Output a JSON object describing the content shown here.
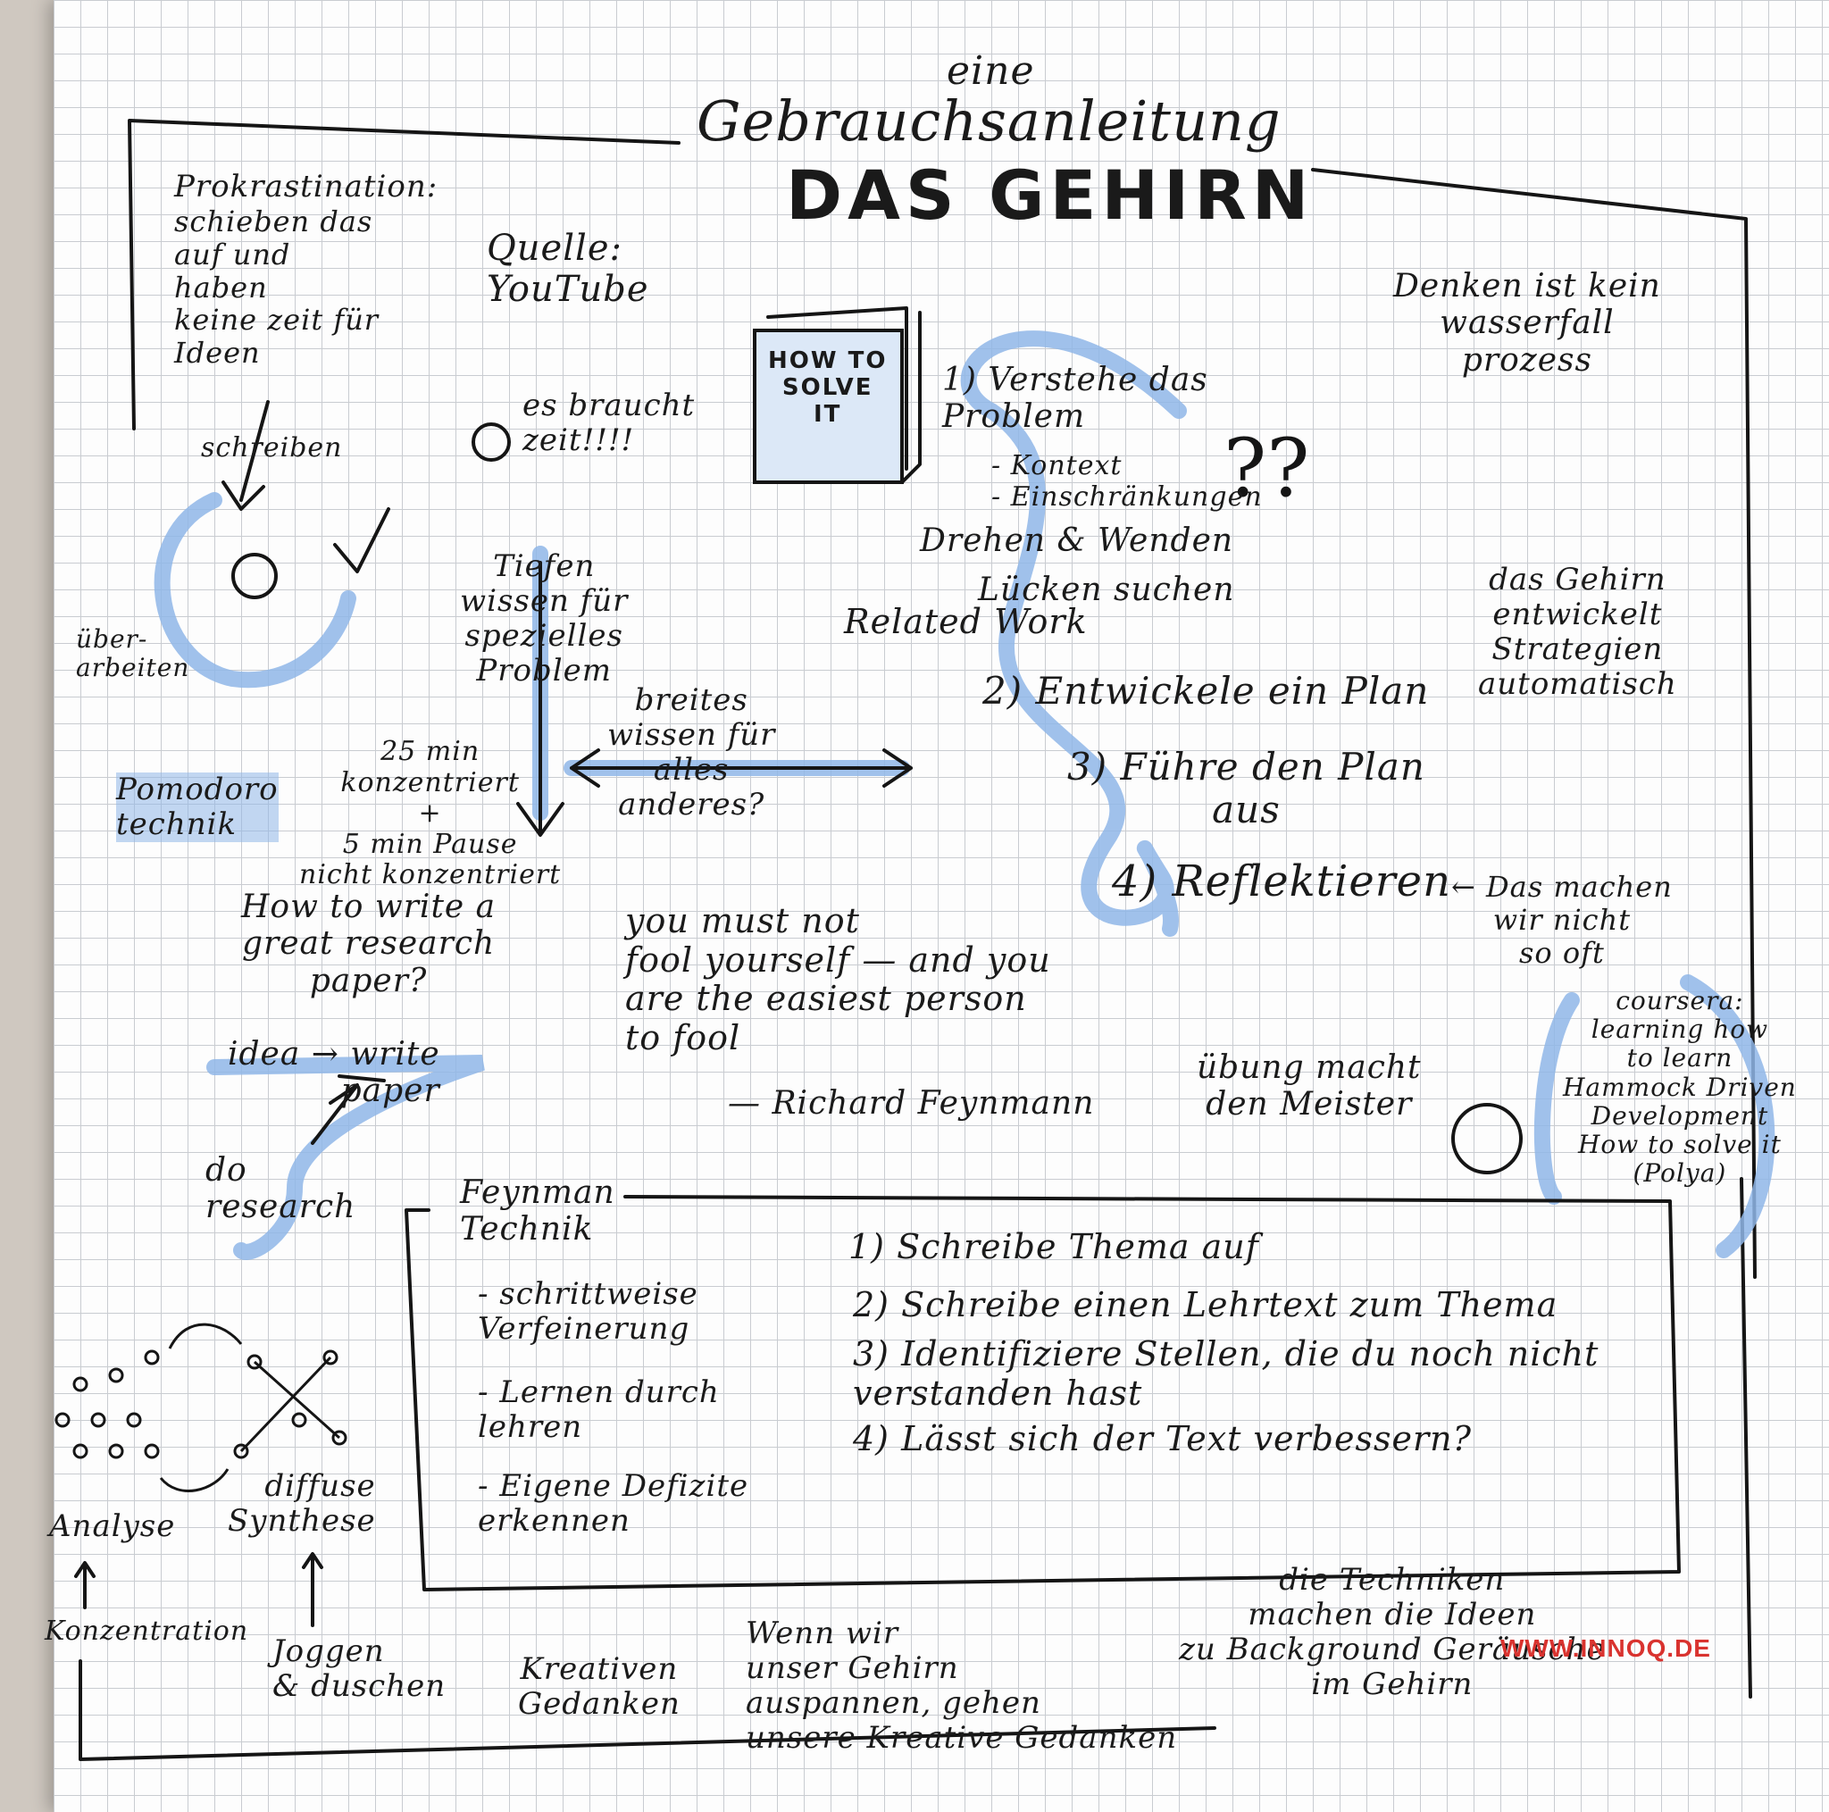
{
  "title": {
    "eine": "eine",
    "gebrauchsanleitung": "Gebrauchsanleitung",
    "main": "DAS GEHIRN"
  },
  "prokrastination": {
    "heading": "Prokrastination:",
    "text": "schieben das\nauf und\nhaben\nkeine zeit für\nIdeen"
  },
  "quelle": "Quelle:\nYouTube",
  "book": "HOW TO\nSOLVE\nIT",
  "es_braucht_zeit": "es braucht\nzeit!!!!",
  "polya_steps": {
    "step1": "1) Verstehe das\nProblem",
    "kontext": "- Kontext",
    "einschraenkungen": "- Einschränkungen",
    "drehen": "Drehen & Wenden",
    "luecken": "Lücken suchen",
    "related": "Related Work",
    "step2": "2) Entwickele ein Plan",
    "step3": "3) Führe den Plan\naus",
    "step4": "4) Reflektieren",
    "das_machen": "← Das machen\nwir nicht\nso oft"
  },
  "denken": "Denken ist kein\nwasserfall\nprozess",
  "gehirn_strategien": "das Gehirn\nentwickelt\nStrategien\nautomatisch",
  "schreiben": "schreiben",
  "ueberarbeiten": "über-\narbeiten",
  "tiefen_wissen": "Tiefen\nwissen für\nspezielles\nProblem",
  "breites_wissen": "breites\nwissen für\nalles\nanderes?",
  "pomodoro": {
    "label": "Pomodoro\ntechnik",
    "text": "25 min\nkonzentriert\n+\n5 min Pause\nnicht konzentriert"
  },
  "research": {
    "question": "How to write a\ngreat research\npaper?",
    "flow": "idea → write\npaper",
    "do": "do\nresearch"
  },
  "quote": {
    "text": "you must not\nfool yourself — and you\nare the easiest person\nto fool",
    "author": "— Richard Feynmann"
  },
  "uebung": "übung macht\nden Meister",
  "resources": "coursera:\nlearning how\nto learn\nHammock Driven\nDevelopment\nHow to solve it\n(Polya)",
  "feynman": {
    "title": "Feynman\nTechnik",
    "bullets": [
      "- schrittweise\nVerfeinerung",
      "- Lernen durch\nlehren",
      "- Eigene Defizite\nerkennen"
    ],
    "steps": [
      "1) Schreibe Thema auf",
      "2) Schreibe einen Lehrtext zum Thema",
      "3) Identifiziere Stellen, die du noch nicht\nverstanden hast",
      "4) Lässt sich der Text verbessern?"
    ]
  },
  "bottom": {
    "analyse": "Analyse",
    "diffuse": "diffuse\nSynthese",
    "konzentration": "Konzentration",
    "joggen": "Joggen\n& duschen",
    "kreativen": "Kreativen\nGedanken",
    "wenn_wir": "Wenn wir\nunser Gehirn\nauspannen, gehen\nunsere Kreative Gedanken",
    "techniken": "die Techniken\nmachen die Ideen\nzu Background Geräusche\nim Gehirn"
  },
  "watermark": "WWW.INNOQ.DE",
  "colors": {
    "ink": "#151515",
    "highlight": "#8fb6e8",
    "watermark": "#d9332f",
    "paper": "#fdfdfd"
  }
}
